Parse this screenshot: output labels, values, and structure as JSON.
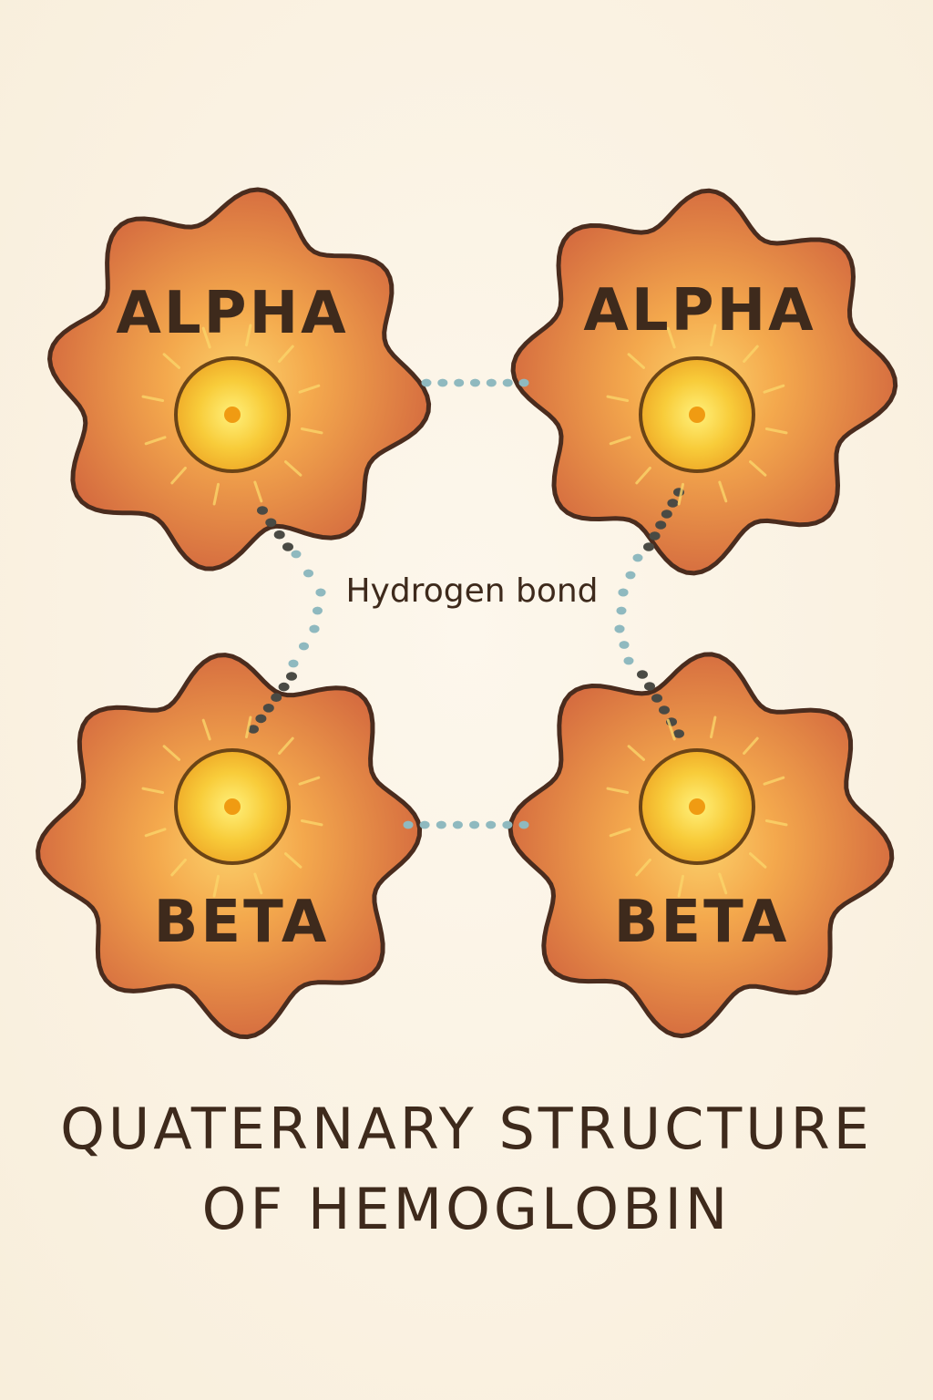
{
  "title": {
    "line1": "QUATERNARY STRUCTURE",
    "line2": "OF HEMOGLOBIN"
  },
  "bond_label": "Hydrogen bond",
  "subunits": [
    {
      "id": "alpha-1",
      "label": "ALPHA"
    },
    {
      "id": "alpha-2",
      "label": "ALPHA"
    },
    {
      "id": "beta-1",
      "label": "BETA"
    },
    {
      "id": "beta-2",
      "label": "BETA"
    }
  ],
  "colors": {
    "background": "#fbf3e4",
    "subunit_outer": "#d2663e",
    "subunit_inner": "#f4a94d",
    "subunit_outline": "#4a2c1e",
    "heme_fill": "#f6c234",
    "heme_center": "#f09b12",
    "heme_outline": "#6b4416",
    "hydrogen_bond": "#8fb9bf",
    "inner_bond": "#4a4a44",
    "text": "#3e2a1c"
  }
}
